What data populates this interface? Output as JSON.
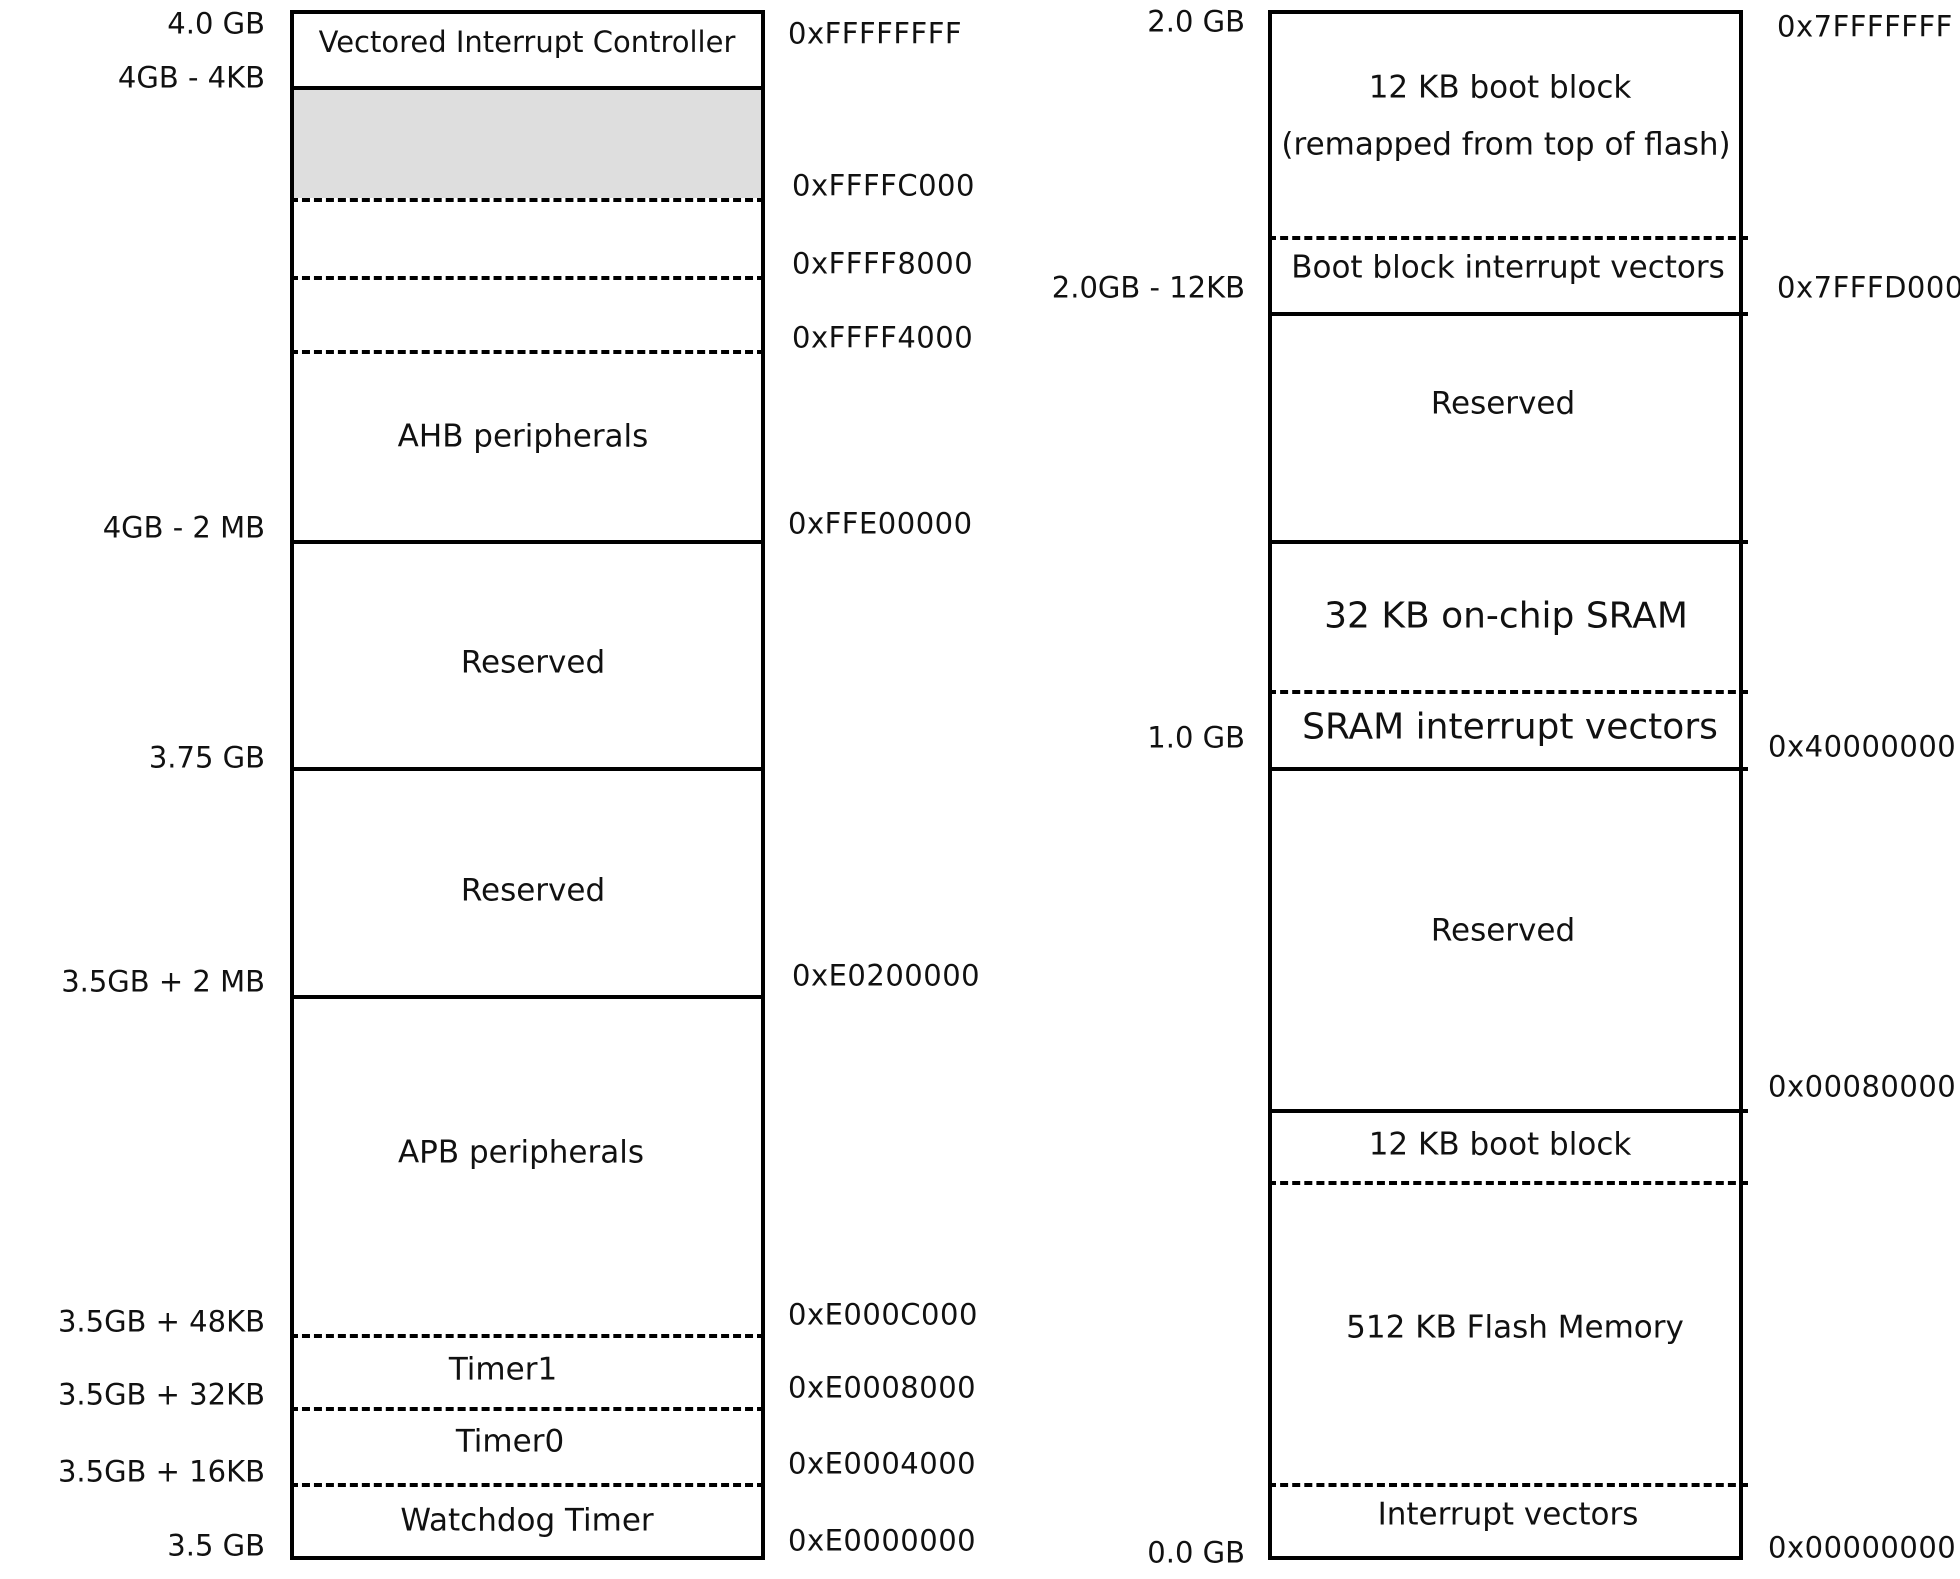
{
  "colors": {
    "line": "#000000",
    "shaded": "#dedede",
    "background": "#ffffff"
  },
  "left_map": {
    "size_labels": [
      "4.0 GB",
      "4GB - 4KB",
      "4GB - 2 MB",
      "3.75 GB",
      "3.5GB + 2 MB",
      "3.5GB + 48KB",
      "3.5GB + 32KB",
      "3.5GB + 16KB",
      "3.5 GB"
    ],
    "addresses": [
      "0xFFFFFFFF",
      "0xFFFFC000",
      "0xFFFF8000",
      "0xFFFF4000",
      "0xFFE00000",
      "0xE0200000",
      "0xE000C000",
      "0xE0008000",
      "0xE0004000",
      "0xE0000000"
    ],
    "regions": [
      "Vectored Interrupt Controller",
      "AHB peripherals",
      "Reserved",
      "Reserved",
      "APB peripherals",
      "Timer1",
      "Timer0",
      "Watchdog Timer"
    ]
  },
  "right_map": {
    "size_labels": [
      "2.0 GB",
      "2.0GB - 12KB",
      "1.0 GB",
      "0.0 GB"
    ],
    "addresses": [
      "0x7FFFFFFF",
      "0x7FFFD000",
      "0x40000000",
      "0x00080000",
      "0x00000000"
    ],
    "regions": [
      "12 KB boot block",
      "(remapped from top of flash)",
      "Boot block interrupt vectors",
      "Reserved",
      "32 KB on-chip SRAM",
      "SRAM interrupt vectors",
      "Reserved",
      "12 KB boot block",
      "512 KB Flash Memory",
      "Interrupt vectors"
    ]
  }
}
